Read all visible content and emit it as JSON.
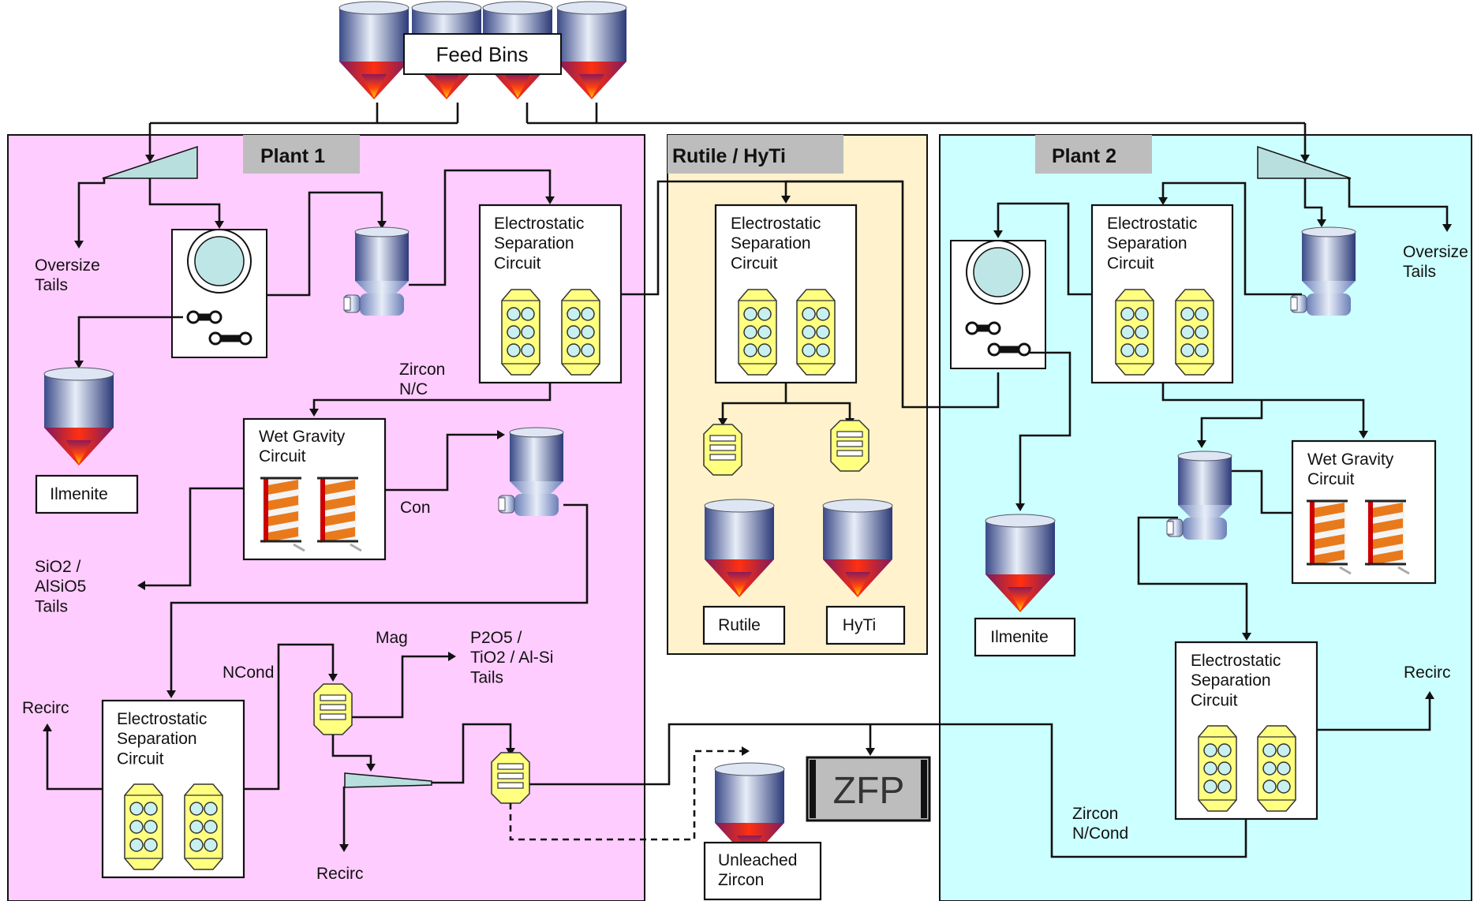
{
  "feed_bins": {
    "label": "Feed Bins"
  },
  "colors": {
    "plant1_bg": "#ffccff",
    "rutile_bg": "#fff2cc",
    "plant2_bg": "#ccffff",
    "header_bg": "#bdbdbd",
    "separator_yellow": "#ffff80",
    "separator_ball": "#c8f0f0",
    "spiral_orange": "#e87a1c",
    "spiral_red": "#cc0000",
    "bin_blue": "#4a5fa0",
    "cone_red": "#e03010"
  },
  "plant1": {
    "header": "Plant 1",
    "oversize_tails": "Oversize\nTails",
    "electrostatic_top": "Electrostatic\nSeparation\nCircuit",
    "zircon_nc": "Zircon\nN/C",
    "wet_gravity": "Wet Gravity\nCircuit",
    "con": "Con",
    "ilmenite": "Ilmenite",
    "sio2_tails": "SiO2 /\nAlSiO5\nTails",
    "electrostatic_bottom": "Electrostatic\nSeparation\nCircuit",
    "recirc_left": "Recirc",
    "ncond": "NCond",
    "mag": "Mag",
    "p2o5_tails": "P2O5 /\nTiO2 / Al-Si\nTails",
    "recirc_bottom": "Recirc"
  },
  "rutile_hyti": {
    "header": "Rutile / HyTi",
    "electrostatic": "Electrostatic\nSeparation\nCircuit",
    "rutile": "Rutile",
    "hyti": "HyTi"
  },
  "bottom_middle": {
    "zfp": "ZFP",
    "unleached_zircon": "Unleached\nZircon"
  },
  "plant2": {
    "header": "Plant 2",
    "oversize_tails": "Oversize\nTails",
    "electrostatic_top": "Electrostatic\nSeparation\nCircuit",
    "wet_gravity": "Wet Gravity\nCircuit",
    "ilmenite": "Ilmenite",
    "electrostatic_bottom": "Electrostatic\nSeparation\nCircuit",
    "recirc": "Recirc",
    "zircon_ncond": "Zircon\nN/Cond"
  }
}
